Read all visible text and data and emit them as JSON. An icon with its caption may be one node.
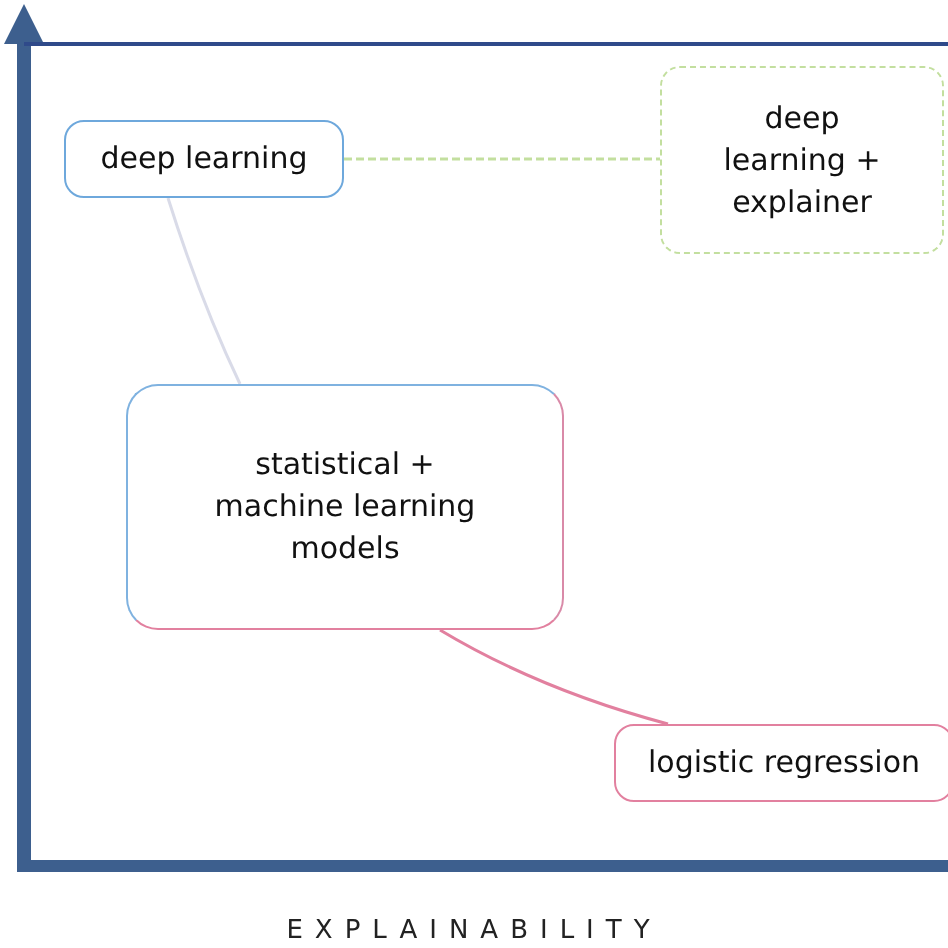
{
  "diagram": {
    "nodes": [
      {
        "text": [
          "deep learning"
        ]
      },
      {
        "text": [
          "deep learning + explainer"
        ]
      },
      {
        "text": [
          "statistical + machine learning models"
        ]
      },
      {
        "text": [
          "logistic regression"
        ]
      }
    ],
    "edges": [
      {
        "from": 0,
        "to": 1,
        "arrow": "none",
        "style": "dashed",
        "color": "#c3df9f"
      },
      {
        "from": 0,
        "to": 2,
        "arrow": "none",
        "color": "#d9dbe8"
      },
      {
        "from": 2,
        "to": 3,
        "arrow": "none",
        "color": "#e2809f"
      }
    ],
    "labels": [
      "EXPLAINABILITY"
    ]
  }
}
